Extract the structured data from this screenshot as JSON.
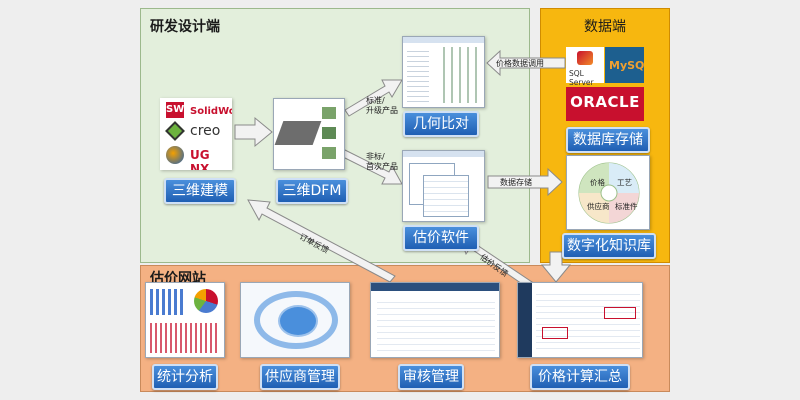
{
  "rd_panel": {
    "title": "研发设计端"
  },
  "data_panel": {
    "title": "数据端"
  },
  "web_panel": {
    "title": "估价网站"
  },
  "labels": {
    "modeling": "三维建模",
    "dfm": "三维DFM",
    "geometry": "几何比对",
    "estimation": "估价软件",
    "database": "数据库存储",
    "knowledge": "数字化知识库",
    "stats": "统计分析",
    "supplier": "供应商管理",
    "review": "审核管理",
    "pricing": "价格计算汇总"
  },
  "arrow_labels": {
    "standard": "标准/\n升级产品",
    "nonstandard": "非标/\n首次产品",
    "price_call": "价格数据调用",
    "data_store": "数据存储",
    "order_back": "订单反馈",
    "quote_back": "估价反馈"
  },
  "cad_logos": {
    "solidworks": "SolidWorks",
    "creo": "creo",
    "ugnx": "UG NX"
  },
  "db_logos": {
    "sqlserver": "SQL Server",
    "mysql": "MySQL",
    "oracle": "ORACLE"
  },
  "knowledge_quadrants": [
    "价格",
    "工艺",
    "供应商",
    "标准件"
  ],
  "colors": {
    "rd_bg": "#e3efdc",
    "data_bg": "#f7b70f",
    "web_bg": "#f4b183",
    "label_blue": "#2b6fc2",
    "arrow_fill": "#f2f2f2"
  }
}
